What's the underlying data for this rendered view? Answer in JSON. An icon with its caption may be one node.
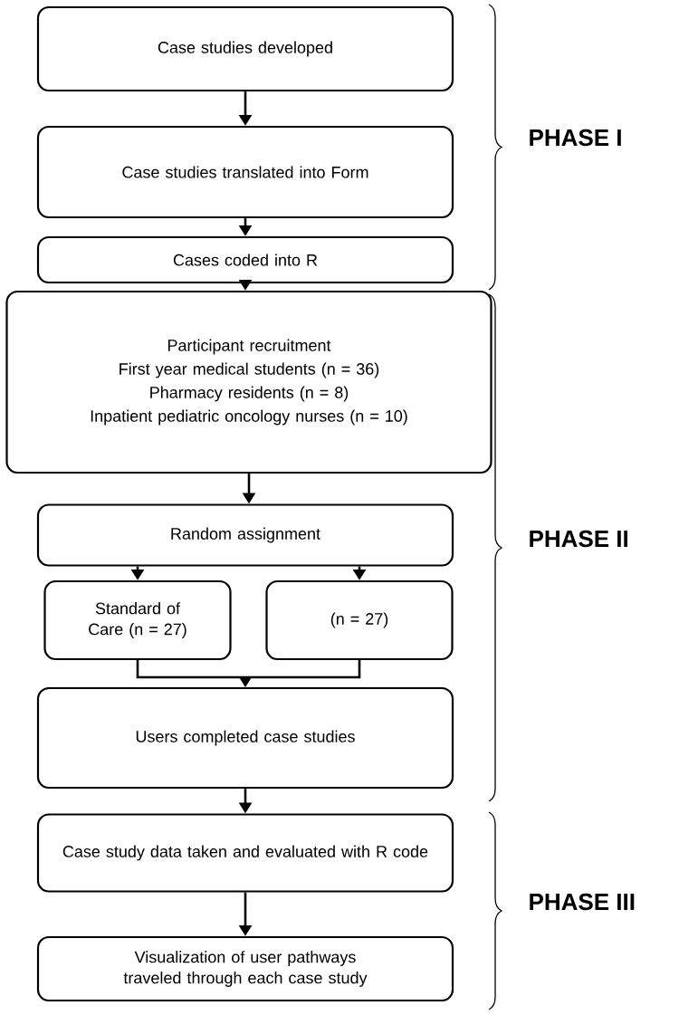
{
  "diagram": {
    "nodes": [
      {
        "text": [
          "Case studies developed"
        ]
      },
      {
        "text": [
          "Case studies translated into Form"
        ]
      },
      {
        "text": [
          "Cases coded into R"
        ]
      },
      {
        "text": [
          "Participant recruitment",
          "First year medical students (n = 36)",
          "Pharmacy residents (n = 8)",
          "Inpatient pediatric oncology nurses (n = 10)"
        ]
      },
      {
        "text": [
          "Random assignment"
        ]
      },
      {
        "text": [
          "Standard of Care (n = 27)"
        ]
      },
      {
        "text": [
          "(n = 27)"
        ]
      },
      {
        "text": [
          "Users completed case studies"
        ]
      },
      {
        "text": [
          "Case study data taken and evaluated with R code"
        ]
      },
      {
        "text": [
          "Visualization of user pathways traveled through each case study"
        ]
      }
    ],
    "edges": [
      {
        "from": 0,
        "to": 1,
        "arrow": "to"
      },
      {
        "from": 1,
        "to": 2,
        "arrow": "to"
      },
      {
        "from": 2,
        "to": 3,
        "arrow": "to"
      },
      {
        "from": 3,
        "to": 4,
        "arrow": "to"
      },
      {
        "from": 4,
        "to": 5,
        "arrow": "to"
      },
      {
        "from": 4,
        "to": 6,
        "arrow": "to"
      },
      {
        "from": 5,
        "to": 7,
        "arrow": "to"
      },
      {
        "from": 6,
        "to": 7,
        "arrow": "to"
      },
      {
        "from": 7,
        "to": 8,
        "arrow": "to"
      },
      {
        "from": 8,
        "to": 9,
        "arrow": "to"
      }
    ],
    "labels": [
      "PHASE I",
      "PHASE II",
      "PHASE III"
    ]
  }
}
